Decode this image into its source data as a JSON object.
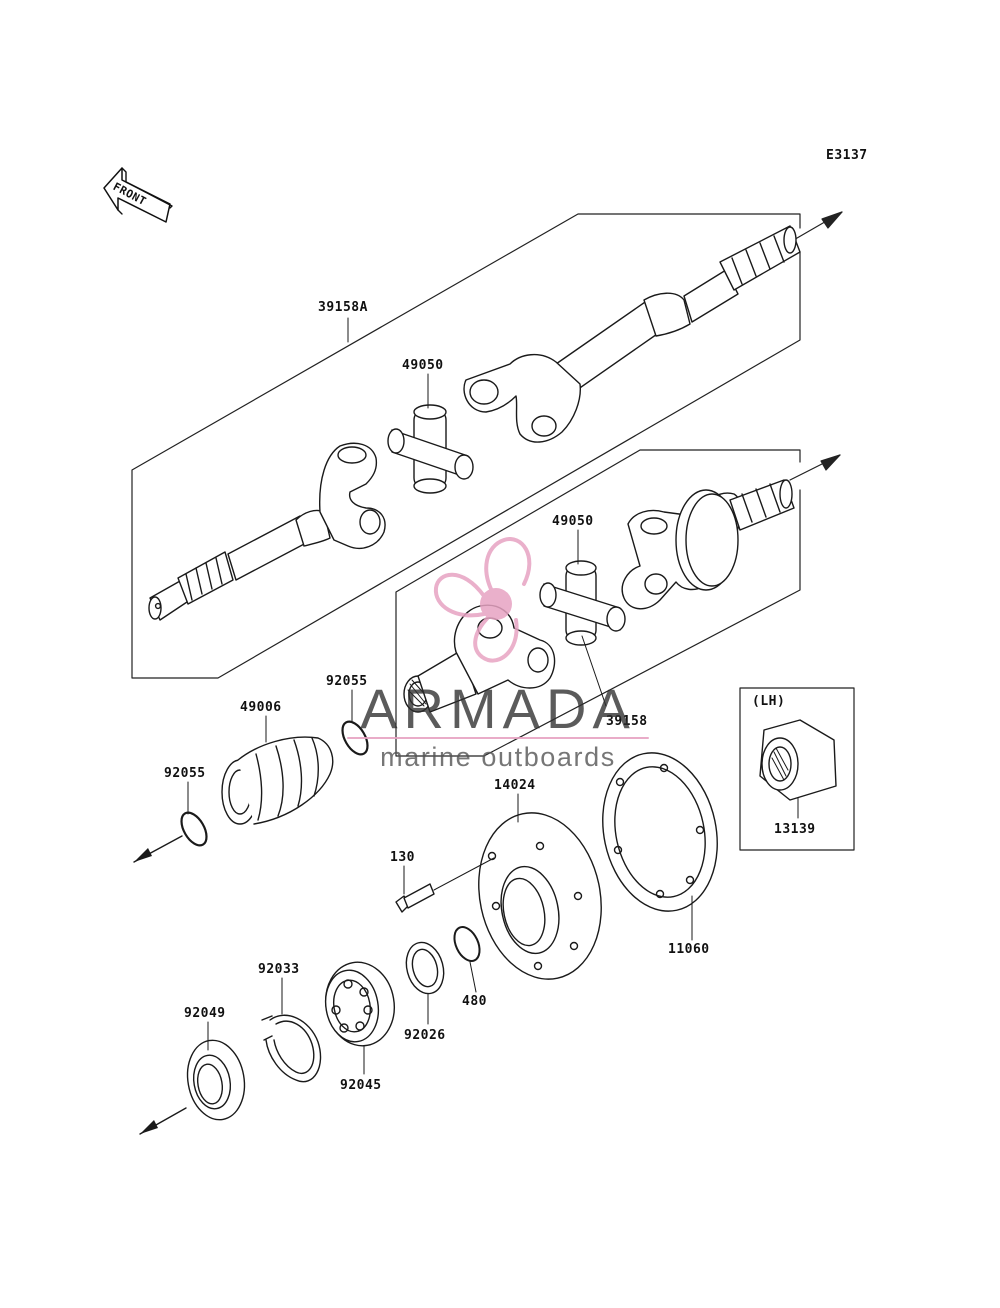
{
  "diagram_code": "E3137",
  "front_arrow": "FRONT",
  "inset_label": "(LH)",
  "parts": {
    "p39158A": "39158A",
    "p49050a": "49050",
    "p49050b": "49050",
    "p39158": "39158",
    "p49006": "49006",
    "p92055a": "92055",
    "p92055b": "92055",
    "p14024": "14024",
    "p130": "130",
    "p13139": "13139",
    "p11060": "11060",
    "p480": "480",
    "p92026": "92026",
    "p92033": "92033",
    "p92045": "92045",
    "p92049": "92049"
  },
  "watermark": {
    "brand": "ARMADA",
    "tagline": "marine outboards",
    "color": "#e7a3c2"
  }
}
